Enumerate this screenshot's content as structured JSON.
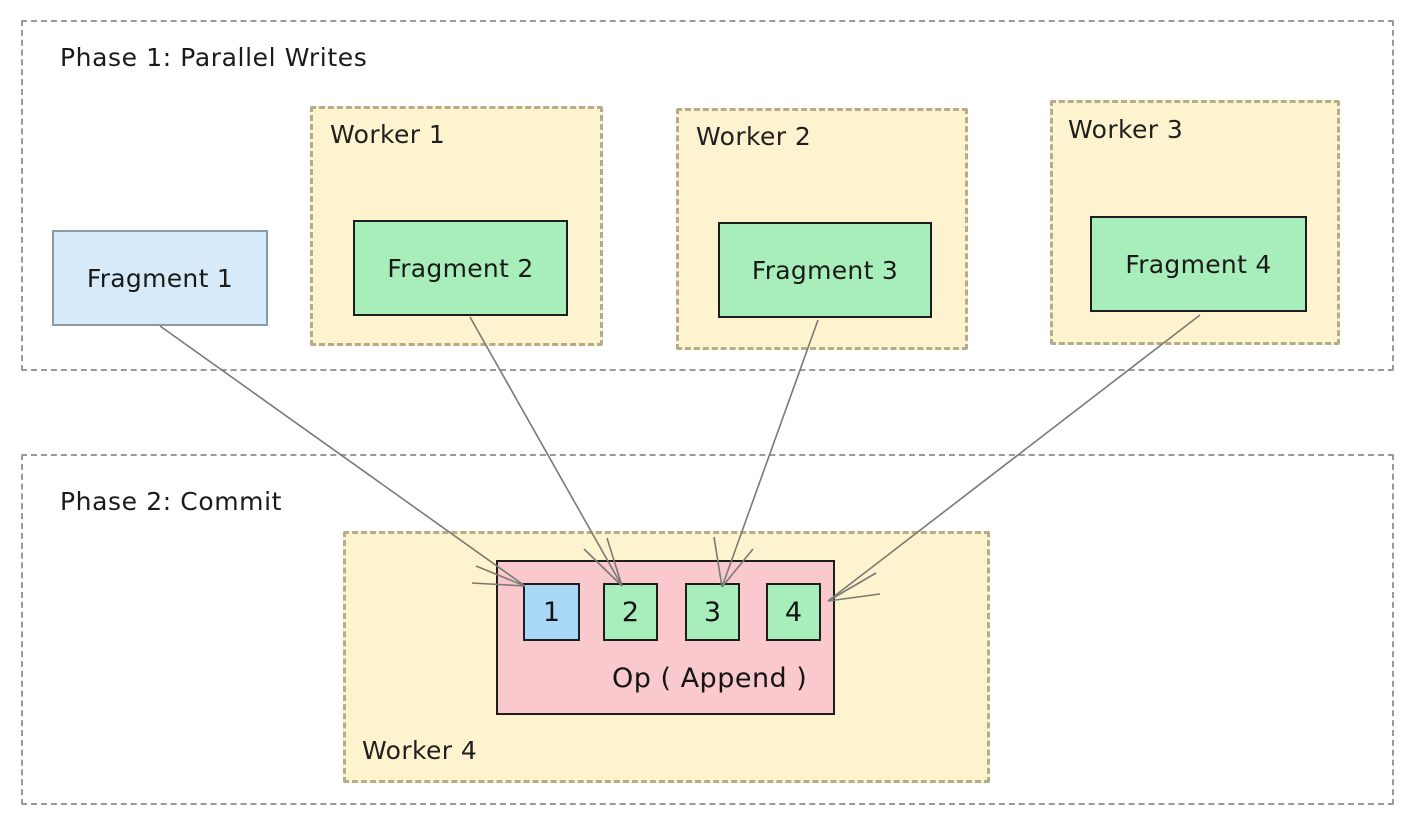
{
  "diagram": {
    "title_phase1": "Phase 1: Parallel Writes",
    "title_phase2": "Phase 2: Commit",
    "colors": {
      "worker_fill": "#fdf3ce",
      "worker_border": "#b5ad8a",
      "fragment_green": "#a8eeba",
      "fragment_blue": "#d6eaf9",
      "op_fill": "#f9c9cd",
      "chip_blue": "#a9d8f7",
      "phase_border": "#999999",
      "arrow": "#7a7a74"
    }
  },
  "phase1": {
    "label": "Phase 1: Parallel Writes",
    "local_fragment": {
      "label": "Fragment 1",
      "style": "blue"
    },
    "workers": [
      {
        "label": "Worker 1",
        "fragment": "Fragment 2"
      },
      {
        "label": "Worker 2",
        "fragment": "Fragment 3"
      },
      {
        "label": "Worker 3",
        "fragment": "Fragment 4"
      }
    ]
  },
  "phase2": {
    "label": "Phase 2: Commit",
    "worker": {
      "label": "Worker 4"
    },
    "op": {
      "label": "Op ( Append )",
      "chips": [
        {
          "label": "1",
          "style": "blue"
        },
        {
          "label": "2",
          "style": "green"
        },
        {
          "label": "3",
          "style": "green"
        },
        {
          "label": "4",
          "style": "green"
        }
      ]
    }
  }
}
